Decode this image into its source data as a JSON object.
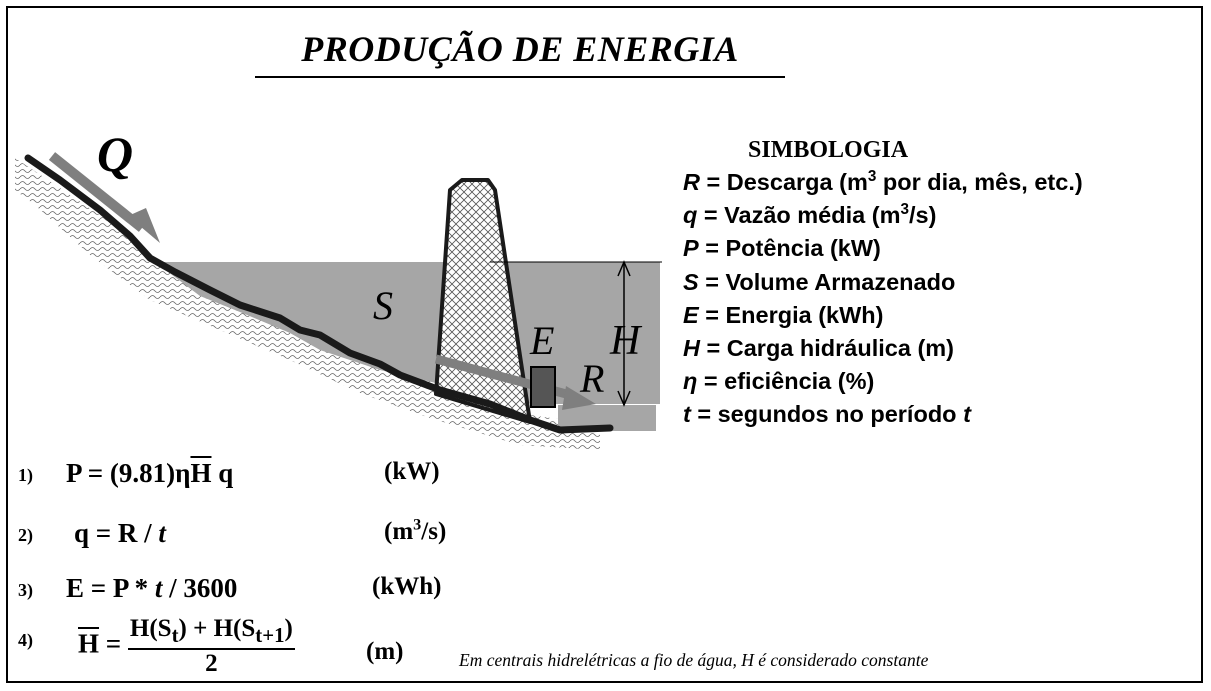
{
  "title": "PRODUÇÃO DE ENERGIA",
  "diagram": {
    "label_Q": "Q",
    "label_S": "S",
    "label_E": "E",
    "label_H": "H",
    "label_R": "R",
    "colors": {
      "water": "#a6a6a6",
      "ground": "#1a1a1a",
      "arrow": "#7f7f7f",
      "turbine": "#555555"
    }
  },
  "symbology": {
    "heading": "SIMBOLOGIA",
    "items": [
      {
        "symbol": "R",
        "pre": " = Descarga (m",
        "sup": "3",
        "post": " por dia, mês, etc.)"
      },
      {
        "symbol": "q",
        "pre": " = Vazão  média (m",
        "sup": "3",
        "post": "/s)"
      },
      {
        "symbol": "P",
        "pre": " = Potência  (kW)",
        "sup": "",
        "post": ""
      },
      {
        "symbol": "S",
        "pre": " = Volume Armazenado",
        "sup": "",
        "post": ""
      },
      {
        "symbol": "E",
        "pre": " = Energia (kWh)",
        "sup": "",
        "post": ""
      },
      {
        "symbol": "H",
        "pre": " = Carga hidráulica  (m)",
        "sup": "",
        "post": ""
      },
      {
        "symbol": "η",
        "pre": " = eficiência  (%)",
        "sup": "",
        "post": ""
      },
      {
        "symbol": "t",
        "pre": " = segundos no período ",
        "sup": "",
        "post": "t"
      }
    ]
  },
  "formulas": {
    "f1": {
      "num": "1)",
      "lhs": "P",
      "eq": " = (9.81)η",
      "hbar": "H",
      "rest": " q",
      "unit": "(kW)"
    },
    "f2": {
      "num": "2)",
      "lhs": "q",
      "eq": " = R  / ",
      "t": "t",
      "unit_pre": "(m",
      "unit_sup": "3",
      "unit_post": "/s)"
    },
    "f3": {
      "num": "3)",
      "lhs": "E",
      "eq": " = P  * ",
      "t": "t",
      "rest": " / 3600",
      "unit": "(kWh)"
    },
    "f4": {
      "num": "4)",
      "lhs": "H",
      "eq": " = ",
      "numerator": "H(S",
      "sub1": "t",
      "mid": ") + H(S",
      "sub2": "t+1",
      "close": ")",
      "denominator": "2",
      "unit": "(m)"
    }
  },
  "note": "Em centrais hidrelétricas a fio de água, H  é considerado constante"
}
